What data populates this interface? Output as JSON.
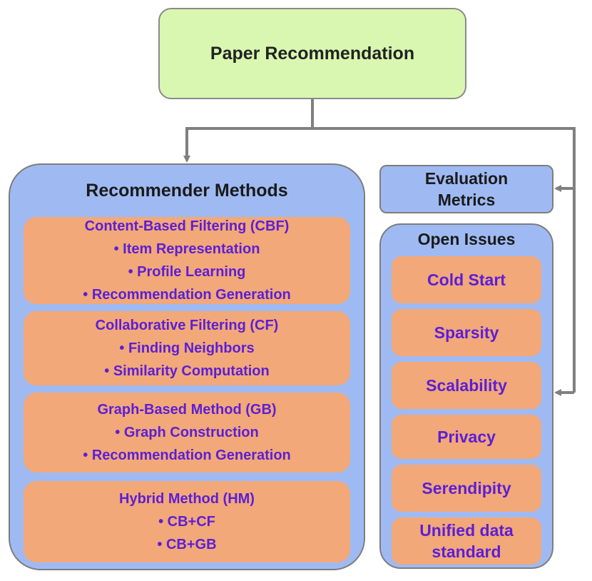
{
  "root": {
    "title": "Paper Recommendation"
  },
  "methods": {
    "title": "Recommender Methods",
    "groups": [
      {
        "title": "Content-Based Filtering (CBF)",
        "items": [
          "Item Representation",
          "Profile Learning",
          "Recommendation Generation"
        ]
      },
      {
        "title": "Collaborative Filtering (CF)",
        "items": [
          "Finding Neighbors",
          "Similarity Computation"
        ]
      },
      {
        "title": "Graph-Based Method (GB)",
        "items": [
          "Graph Construction",
          "Recommendation Generation"
        ]
      },
      {
        "title": "Hybrid Method (HM)",
        "items": [
          "CB+CF",
          "CB+GB"
        ]
      }
    ]
  },
  "evaluation": {
    "line1": "Evaluation",
    "line2": "Metrics"
  },
  "issues": {
    "title": "Open Issues",
    "items": [
      "Cold Start",
      "Sparsity",
      "Scalability",
      "Privacy",
      "Serendipity",
      "Unified data standard"
    ]
  },
  "colors": {
    "root_fill": "#d9f7b0",
    "panel_fill": "#9fbaf3",
    "box_fill": "#f2a878",
    "box_text": "#5b1fd6",
    "connector": "#808080"
  }
}
